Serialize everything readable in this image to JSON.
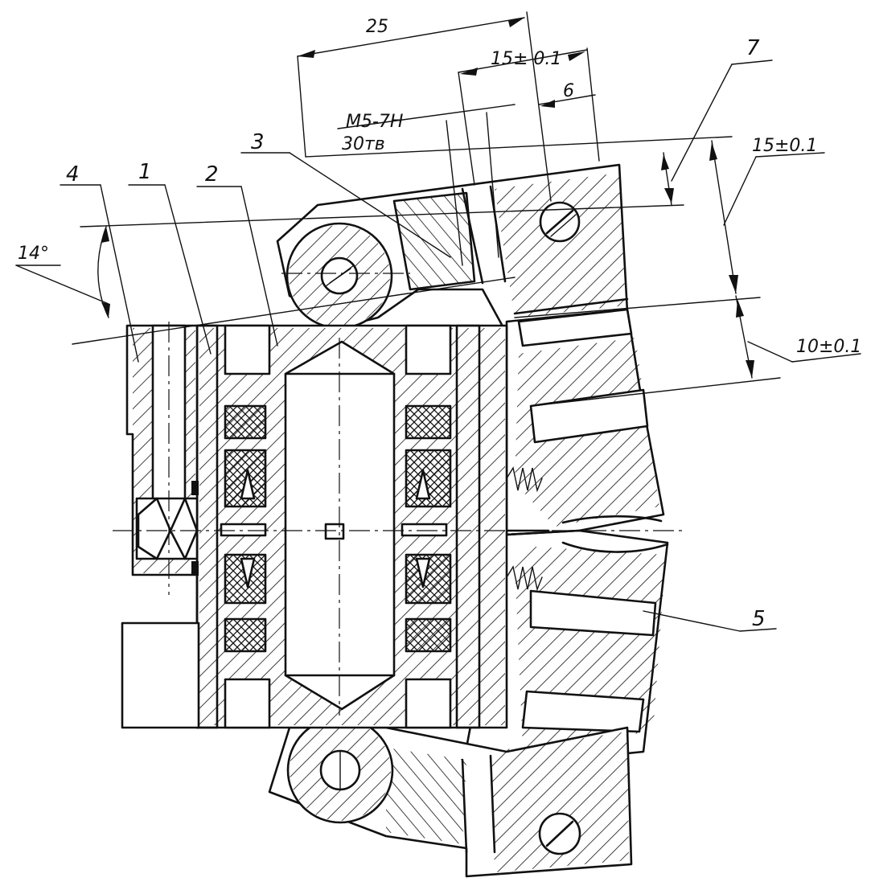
{
  "labels": {
    "part_1": "1",
    "part_2": "2",
    "part_3": "3",
    "part_4": "4",
    "part_5": "5",
    "part_7": "7"
  },
  "dimensions": {
    "length_25": "25",
    "offset_15_top": "15± 0.1",
    "width_6": "6",
    "thread": "M5-7H",
    "thread_depth": "30тв",
    "angle": "14°",
    "height_15": "15±0.1",
    "height_10": "10±0.1"
  }
}
